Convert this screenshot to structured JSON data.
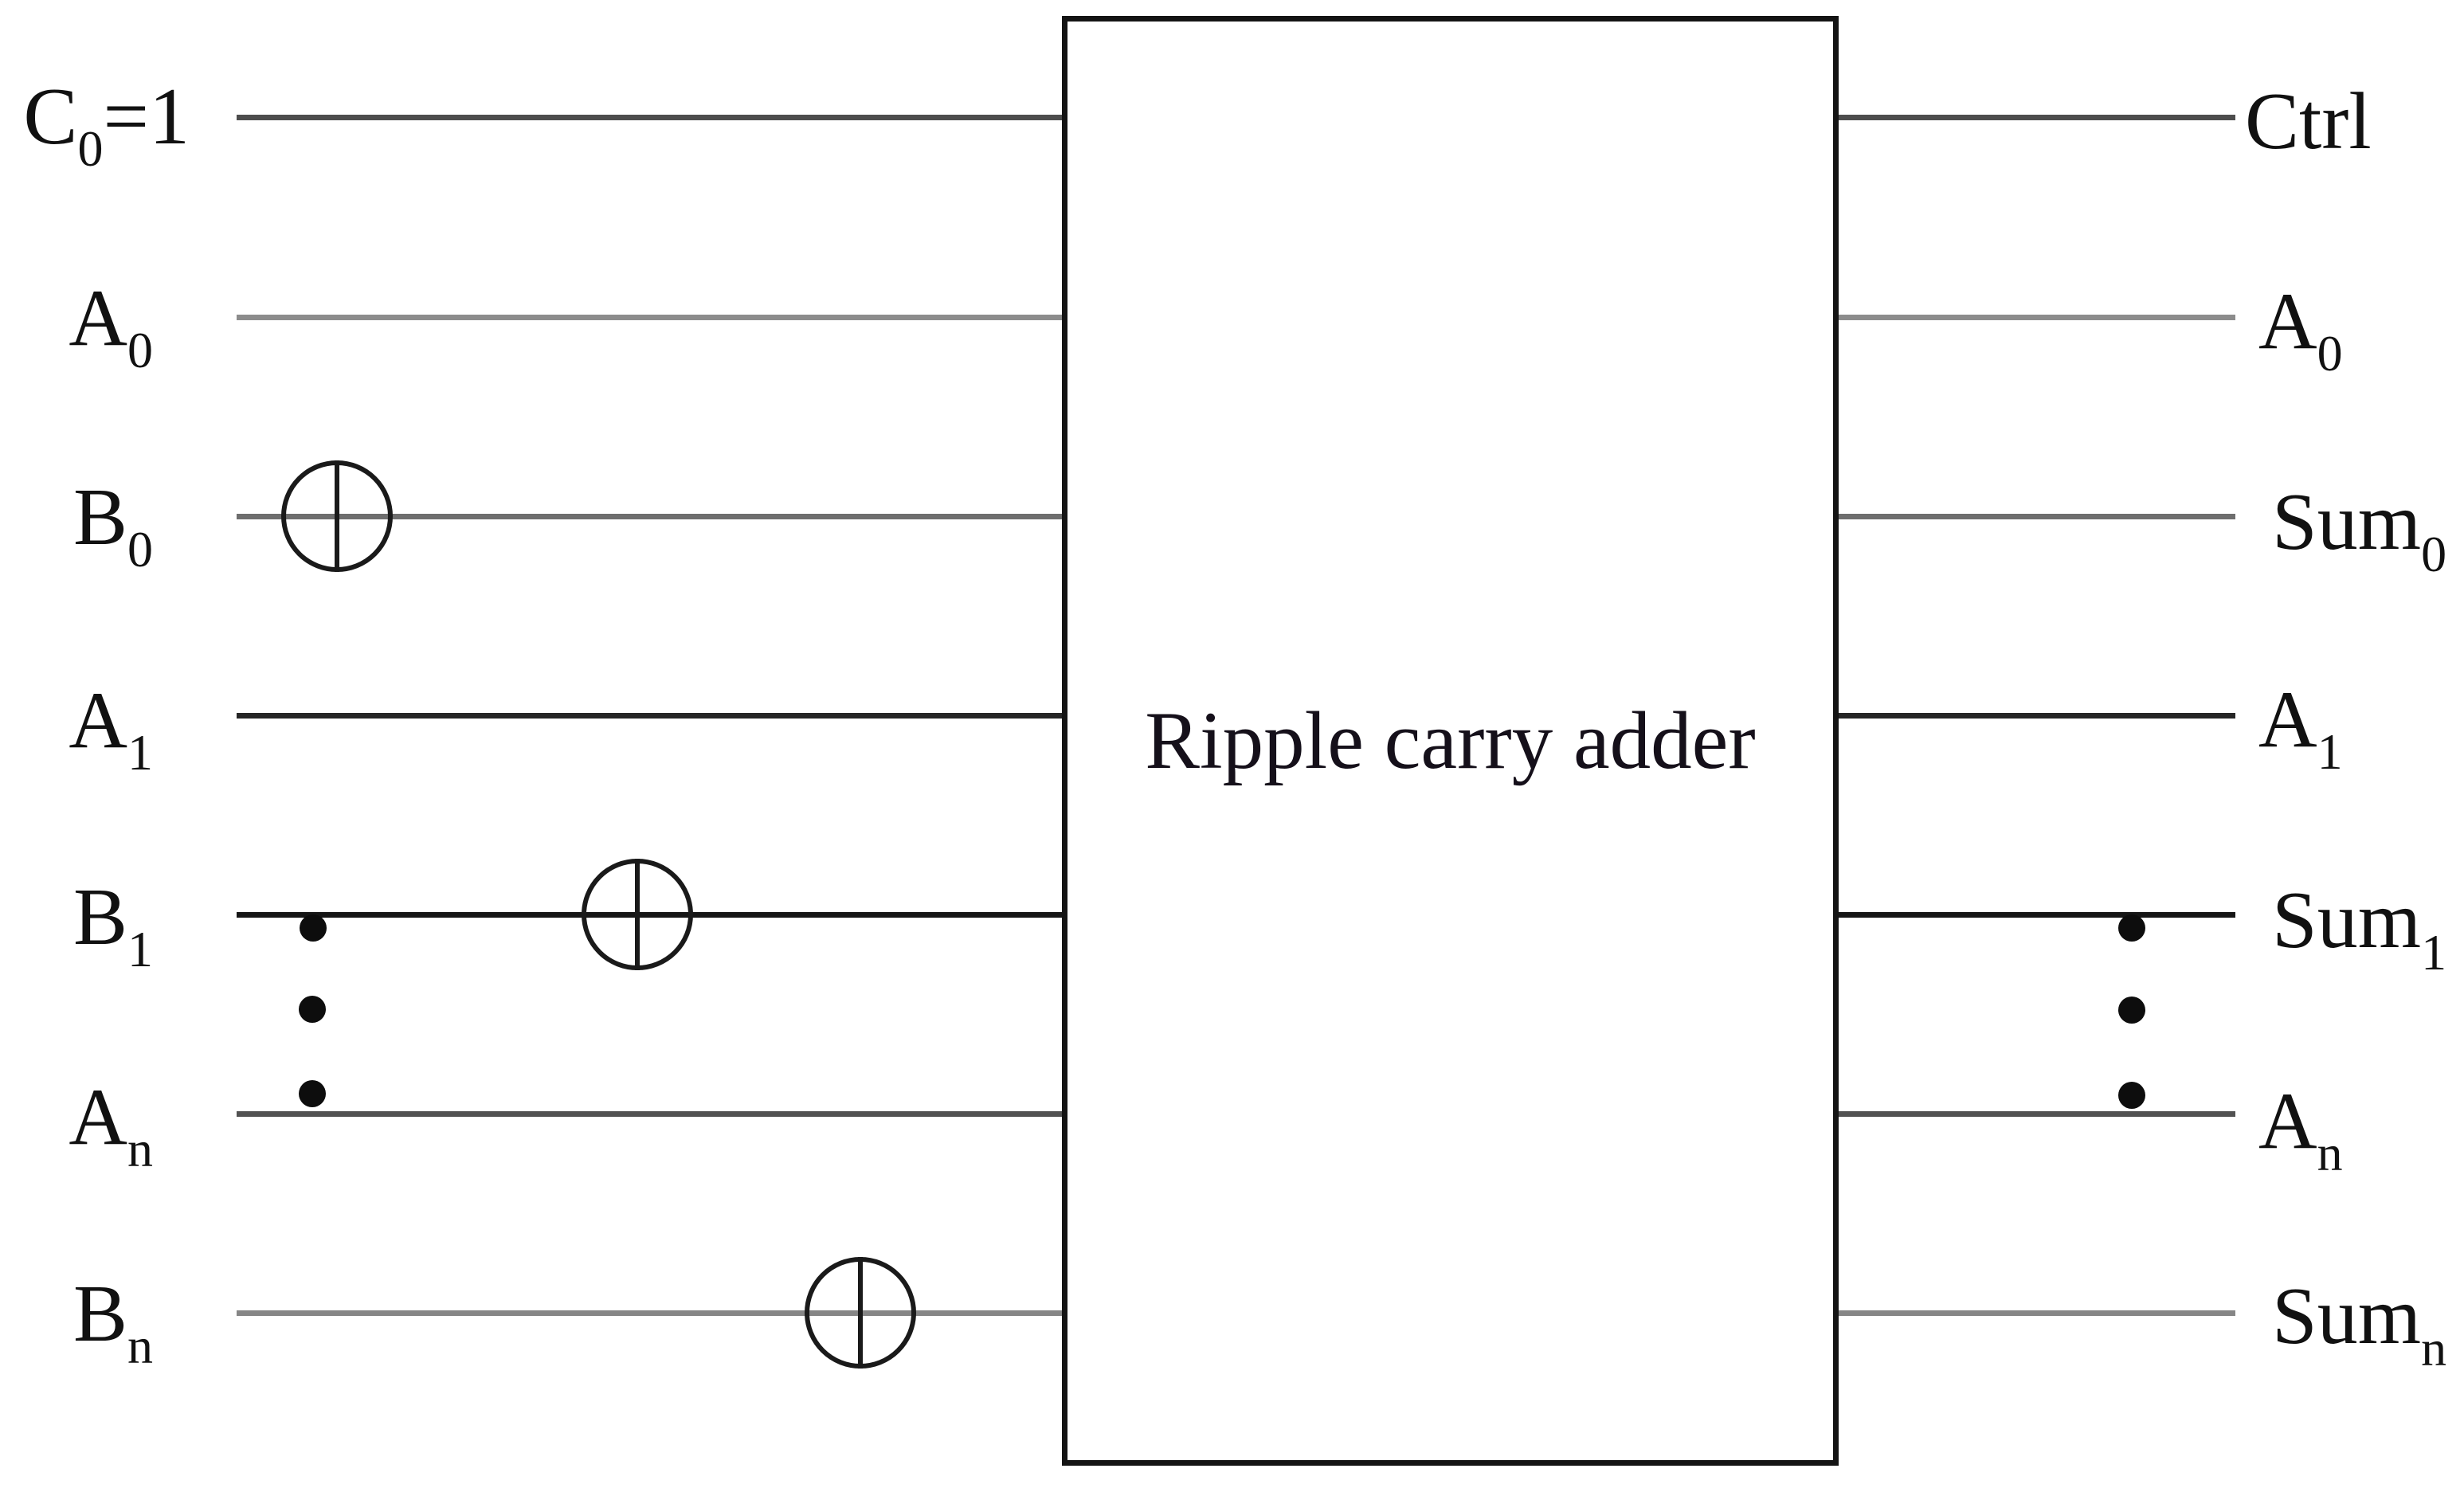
{
  "figure": {
    "title": "Ripple carry adder",
    "rows": [
      {
        "left": {
          "main": "C",
          "sub": "0",
          "suffix": "=1"
        },
        "right": {
          "main": "Ctrl",
          "sub": ""
        }
      },
      {
        "left": {
          "main": "A",
          "sub": "0",
          "suffix": ""
        },
        "right": {
          "main": "A",
          "sub": "0"
        }
      },
      {
        "left": {
          "main": "B",
          "sub": "0",
          "suffix": ""
        },
        "right": {
          "main": "Sum",
          "sub": "0"
        }
      },
      {
        "left": {
          "main": "A",
          "sub": "1",
          "suffix": ""
        },
        "right": {
          "main": "A",
          "sub": "1"
        }
      },
      {
        "left": {
          "main": "B",
          "sub": "1",
          "suffix": ""
        },
        "right": {
          "main": "Sum",
          "sub": "1"
        }
      },
      {
        "left": {
          "main": "A",
          "sub": "n",
          "suffix": ""
        },
        "right": {
          "main": "A",
          "sub": "n"
        }
      },
      {
        "left": {
          "main": "B",
          "sub": "n",
          "suffix": ""
        },
        "right": {
          "main": "Sum",
          "sub": "n"
        }
      }
    ],
    "gates": [
      {
        "name": "xor-gate-on-B0"
      },
      {
        "name": "xor-gate-on-B1"
      },
      {
        "name": "xor-gate-on-Bn"
      }
    ],
    "colors": {
      "background": "#ffffff",
      "text": "#111111",
      "box_border": "#141414",
      "gate_stroke": "#1a1a1a",
      "dot": "#0d0d0d",
      "wires": {
        "c0": "#4d4d4d",
        "a0": "#8c8c8c",
        "b0": "#6e6e6e",
        "a1": "#262626",
        "b1": "#161616",
        "an": "#525252",
        "bn": "#868686"
      }
    }
  }
}
